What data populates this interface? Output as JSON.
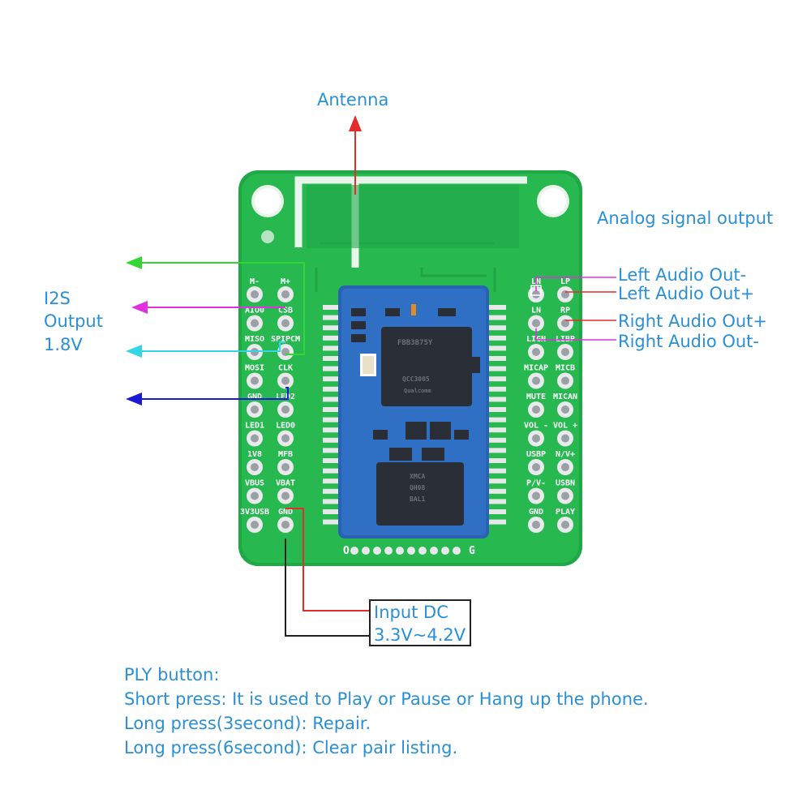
{
  "labels": {
    "antenna": "Antenna",
    "analog": "Analog signal output",
    "i2s_line1": "I2S",
    "i2s_line2": "Output",
    "i2s_line3": "1.8V",
    "left_minus": "Left Audio Out-",
    "left_plus": "Left Audio Out+",
    "right_plus": "Right Audio Out+",
    "right_minus": "Right Audio Out-",
    "input_dc_line1": "Input DC",
    "input_dc_line2": "3.3V~4.2V"
  },
  "notes": [
    "PLY button:",
    "Short press: It is used to Play or Pause or Hang up the phone.",
    "Long press(3second): Repair.",
    "Long press(6second): Clear pair listing."
  ],
  "pins": {
    "left_outer": [
      "M-",
      "AIO0",
      "MISO",
      "MOSI",
      "GND",
      "LED1",
      "1V8",
      "VBUS",
      "3V3USB"
    ],
    "left_inner": [
      "M+",
      "CSB",
      "SPIPCM",
      "CLK",
      "LED2",
      "LED0",
      "MFB",
      "VBAT",
      "GND"
    ],
    "right_inner": [
      "LN",
      "LN",
      "LIGN",
      "MICAP",
      "MUTE",
      "VOL -",
      "USBP",
      "P/V-",
      "GND"
    ],
    "right_outer": [
      "LP",
      "RP",
      "LIBP",
      "MICB",
      "MICAN",
      "VOL +",
      "N/V+",
      "USBN",
      "PLAY"
    ]
  },
  "chip_text": {
    "main_line1": "FBB3B75Y",
    "main_line2": "QCC3005",
    "main_line3": "Qualcomm",
    "flash_line1": "XMCA",
    "flash_line2": "QH08",
    "flash_line3": "BAL1",
    "bottom_left": "O",
    "bottom_right": "G"
  },
  "colors": {
    "text": "#2b8fd6",
    "pcb": "#23b24c",
    "module": "#2a62b3",
    "arrow_red": "#e32c2c",
    "arrow_green": "#33d633",
    "arrow_magenta": "#e030e0",
    "arrow_cyan": "#33d6e6",
    "arrow_blue": "#1a1ad6"
  }
}
